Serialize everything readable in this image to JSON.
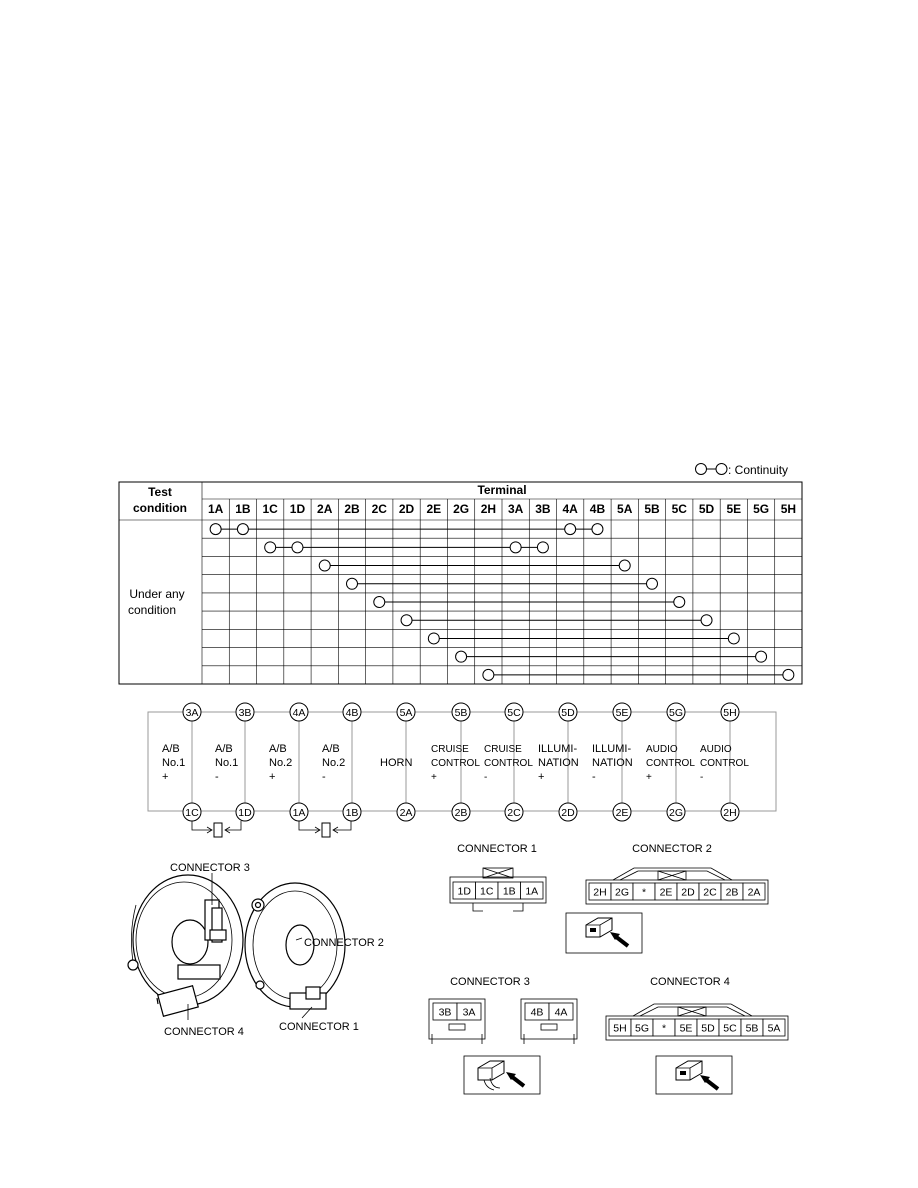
{
  "legend": {
    "label": ": Continuity"
  },
  "table": {
    "header_test": [
      "Test",
      "condition"
    ],
    "header_terminal": "Terminal",
    "terminals": [
      "1A",
      "1B",
      "1C",
      "1D",
      "2A",
      "2B",
      "2C",
      "2D",
      "2E",
      "2G",
      "2H",
      "3A",
      "3B",
      "4A",
      "4B",
      "5A",
      "5B",
      "5C",
      "5D",
      "5E",
      "5G",
      "5H"
    ],
    "condition": [
      "Under any",
      "condition"
    ],
    "continuity_rows": [
      [
        "1A",
        "1B",
        "4A",
        "4B"
      ],
      [
        "1C",
        "1D",
        "3A",
        "3B"
      ],
      [
        "2A",
        "5A"
      ],
      [
        "2B",
        "5B"
      ],
      [
        "2C",
        "5C"
      ],
      [
        "2D",
        "5D"
      ],
      [
        "2E",
        "5E"
      ],
      [
        "2G",
        "5G"
      ],
      [
        "2H",
        "5H"
      ]
    ]
  },
  "circuit": {
    "columns": [
      {
        "top": "3A",
        "bottom": "1C",
        "label": [
          "A/B",
          "No.1",
          "+"
        ]
      },
      {
        "top": "3B",
        "bottom": "1D",
        "label": [
          "A/B",
          "No.1",
          "-"
        ]
      },
      {
        "top": "4A",
        "bottom": "1A",
        "label": [
          "A/B",
          "No.2",
          "+"
        ]
      },
      {
        "top": "4B",
        "bottom": "1B",
        "label": [
          "A/B",
          "No.2",
          "-"
        ]
      },
      {
        "top": "5A",
        "bottom": "2A",
        "label": [
          "HORN"
        ]
      },
      {
        "top": "5B",
        "bottom": "2B",
        "label": [
          "CRUISE",
          "CONTROL",
          "+"
        ]
      },
      {
        "top": "5C",
        "bottom": "2C",
        "label": [
          "CRUISE",
          "CONTROL",
          "-"
        ]
      },
      {
        "top": "5D",
        "bottom": "2D",
        "label": [
          "ILLUMI-",
          "NATION",
          "+"
        ]
      },
      {
        "top": "5E",
        "bottom": "2E",
        "label": [
          "ILLUMI-",
          "NATION",
          "-"
        ]
      },
      {
        "top": "5G",
        "bottom": "2G",
        "label": [
          "AUDIO",
          "CONTROL",
          "+"
        ]
      },
      {
        "top": "5H",
        "bottom": "2H",
        "label": [
          "AUDIO",
          "CONTROL",
          "-"
        ]
      }
    ]
  },
  "parts": {
    "connector3": "CONNECTOR 3",
    "connector2": "CONNECTOR 2",
    "connector4": "CONNECTOR 4",
    "connector1": "CONNECTOR 1"
  },
  "connectors": {
    "c1": {
      "title": "CONNECTOR 1",
      "pins": [
        "1D",
        "1C",
        "1B",
        "1A"
      ]
    },
    "c2": {
      "title": "CONNECTOR 2",
      "pins": [
        "2H",
        "2G",
        "*",
        "2E",
        "2D",
        "2C",
        "2B",
        "2A"
      ]
    },
    "c3": {
      "title": "CONNECTOR 3",
      "left": [
        "3B",
        "3A"
      ],
      "right": [
        "4B",
        "4A"
      ]
    },
    "c4": {
      "title": "CONNECTOR 4",
      "pins": [
        "5H",
        "5G",
        "*",
        "5E",
        "5D",
        "5C",
        "5B",
        "5A"
      ]
    }
  }
}
